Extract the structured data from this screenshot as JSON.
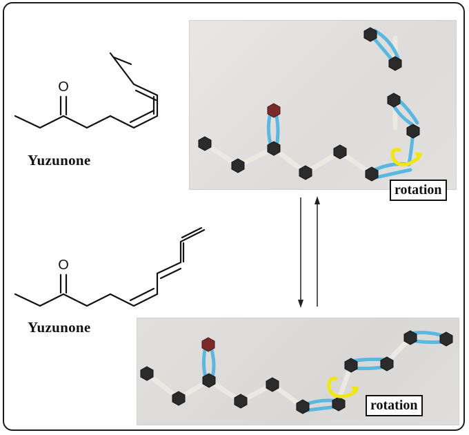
{
  "top": {
    "molecule_label": "Yuzunone",
    "atom_label": "O",
    "rotation_label": "rotation"
  },
  "bottom": {
    "molecule_label": "Yuzunone",
    "atom_label": "O",
    "rotation_label": "rotation"
  },
  "colors": {
    "carbon": "#2b2b2b",
    "oxygen": "#7a2a2a",
    "single_bond": "#e6e6e0",
    "double_bond": "#5ab7df",
    "rotation_arrow": "#f2e60f",
    "photo_bg": "#e4e2e0"
  }
}
